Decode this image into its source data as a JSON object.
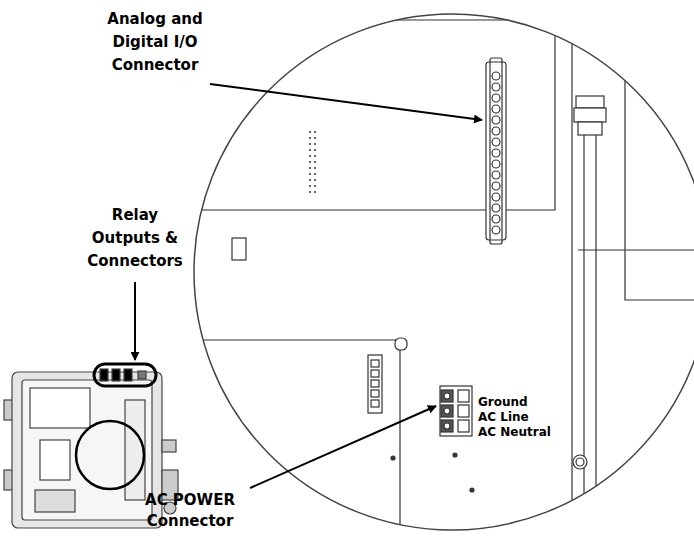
{
  "diagram": {
    "labels": [
      "Analog and Digital I/O Connector",
      "Relay Outputs & Connectors",
      "Ground",
      "AC Line",
      "AC Neutral",
      "AC POWER Connector"
    ]
  }
}
